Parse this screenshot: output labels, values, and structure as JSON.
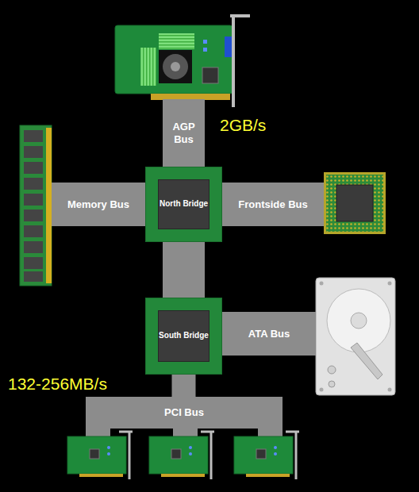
{
  "diagram": {
    "nodes": [
      {
        "text": [
          "AGP Bus"
        ]
      },
      {
        "text": [
          "Memory Bus"
        ]
      },
      {
        "text": [
          "North Bridge"
        ]
      },
      {
        "text": [
          "Frontside Bus"
        ]
      },
      {
        "text": [
          "South Bridge"
        ]
      },
      {
        "text": [
          "ATA Bus"
        ]
      },
      {
        "text": [
          "PCI Bus"
        ]
      }
    ],
    "edges": [
      {
        "from": 2,
        "to": 4,
        "arrow": "none"
      },
      {
        "from": 4,
        "to": 6,
        "arrow": "none"
      }
    ],
    "labels": [
      "2GB/s",
      "132-256MB/s"
    ]
  }
}
